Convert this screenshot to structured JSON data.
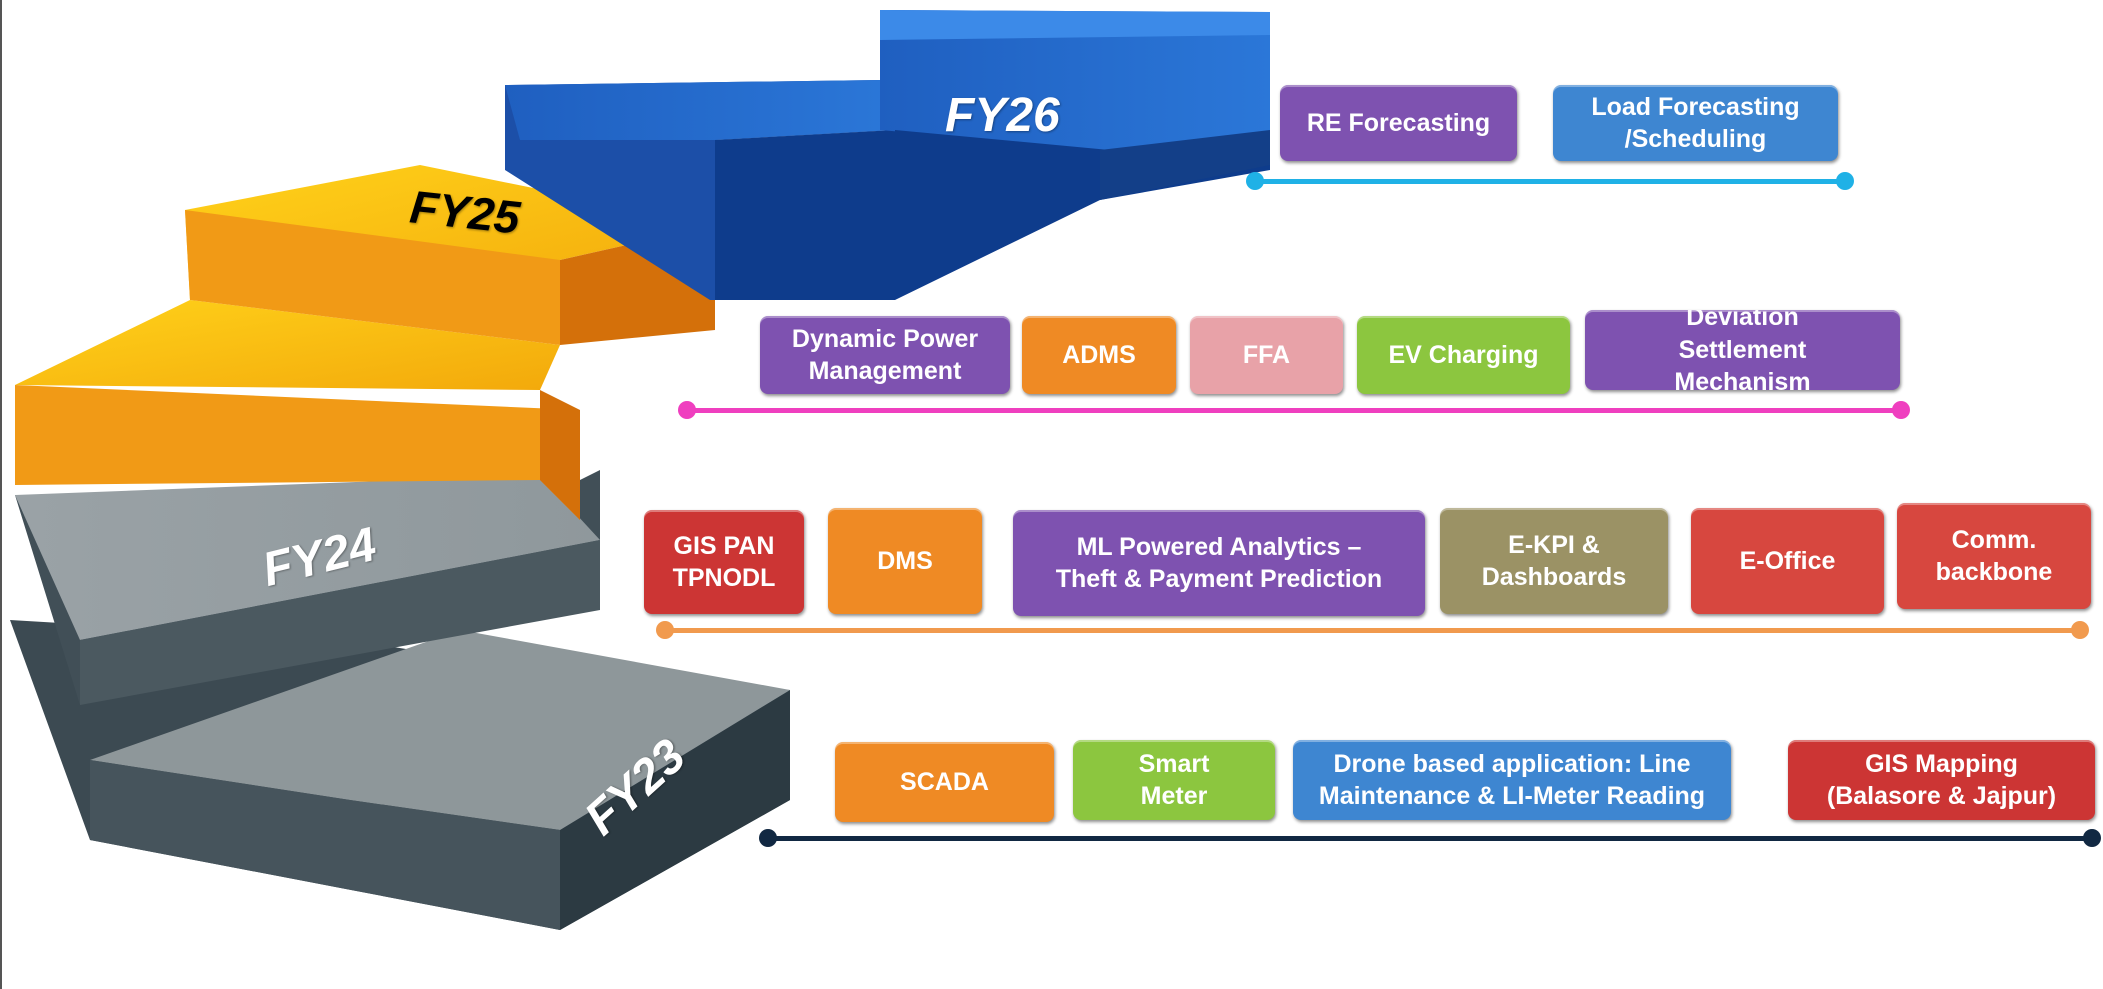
{
  "colors": {
    "purple": "#7e52b0",
    "orange": "#ef8a24",
    "pink": "#e8a2a8",
    "green": "#8cc63f",
    "blue": "#3e86d1",
    "red": "#d7473f",
    "darkred": "#cc3534",
    "olive": "#9b9265",
    "fy26_line": "#1fb1e6",
    "fy25_line": "#ef3fbf",
    "fy24_line": "#f19a4e",
    "fy23_line": "#112842"
  },
  "steps": {
    "fy23": "FY23",
    "fy24": "FY24",
    "fy25": "FY25",
    "fy26": "FY26"
  },
  "rows": {
    "fy26": [
      {
        "label": "RE Forecasting",
        "color": "purple"
      },
      {
        "label": "Load Forecasting\n/Scheduling",
        "color": "blue"
      }
    ],
    "fy25": [
      {
        "label": "Dynamic Power\nManagement",
        "color": "purple"
      },
      {
        "label": "ADMS",
        "color": "orange"
      },
      {
        "label": "FFA",
        "color": "pink"
      },
      {
        "label": "EV Charging",
        "color": "green"
      },
      {
        "label": "Deviation\nSettlement\nMechanism",
        "color": "purple"
      }
    ],
    "fy24": [
      {
        "label": "GIS PAN\nTPNODL",
        "color": "darkred"
      },
      {
        "label": "DMS",
        "color": "orange"
      },
      {
        "label": "ML Powered Analytics –\nTheft & Payment Prediction",
        "color": "purple"
      },
      {
        "label": "E-KPI &\nDashboards",
        "color": "olive"
      },
      {
        "label": "E-Office",
        "color": "red"
      },
      {
        "label": "Comm.\nbackbone",
        "color": "red"
      }
    ],
    "fy23": [
      {
        "label": "SCADA",
        "color": "orange"
      },
      {
        "label": "Smart\nMeter",
        "color": "green"
      },
      {
        "label": "Drone based application: Line\nMaintenance & LI-Meter Reading",
        "color": "blue"
      },
      {
        "label": "GIS Mapping\n(Balasore & Jajpur)",
        "color": "darkred"
      }
    ]
  }
}
